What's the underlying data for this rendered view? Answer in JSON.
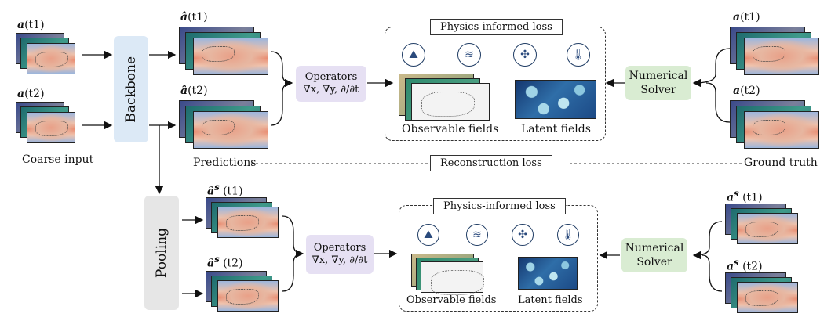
{
  "inputs": {
    "a_t1": "(t1)",
    "a_t2": "(t2)",
    "a_sym": "a",
    "coarse_input": "Coarse input"
  },
  "backbone": {
    "label": "Backbone"
  },
  "pooling": {
    "label": "Pooling"
  },
  "predictions": {
    "ahat_t1": "(t1)",
    "ahat_t2": "(t2)",
    "ahat_sym": "â",
    "label": "Predictions"
  },
  "pooled": {
    "as_t1": "(t1)",
    "as_t2": "(t2)",
    "as_sym": "â",
    "sup": "s"
  },
  "operators": {
    "label": "Operators",
    "formula": "∇x, ∇y, ∂/∂t"
  },
  "physics_top": {
    "title": "Physics-informed loss",
    "observable": "Observable fields",
    "latent": "Latent fields"
  },
  "physics_bottom": {
    "title": "Physics-informed loss",
    "observable": "Observable fields",
    "latent": "Latent fields"
  },
  "solver_top": {
    "label": "Numerical Solver"
  },
  "solver_bottom": {
    "label": "Numerical Solver"
  },
  "ground_truth": {
    "a_t1": "(t1)",
    "a_t2": "(t2)",
    "as_t1": "(t1)",
    "as_t2": "(t2)",
    "a_sym": "a",
    "sup": "s",
    "label": "Ground truth"
  },
  "reconstruction": {
    "label": "Reconstruction loss"
  },
  "icons": [
    "terrain-water-icon",
    "wind-icon",
    "compress-arrows-icon",
    "thermometer-sun-icon"
  ],
  "colors": {
    "backbone_bg": "#dce9f6",
    "pooling_bg": "#e6e6e6",
    "operators_bg": "#e6e0f3",
    "solver_bg": "#d9ecd2"
  }
}
